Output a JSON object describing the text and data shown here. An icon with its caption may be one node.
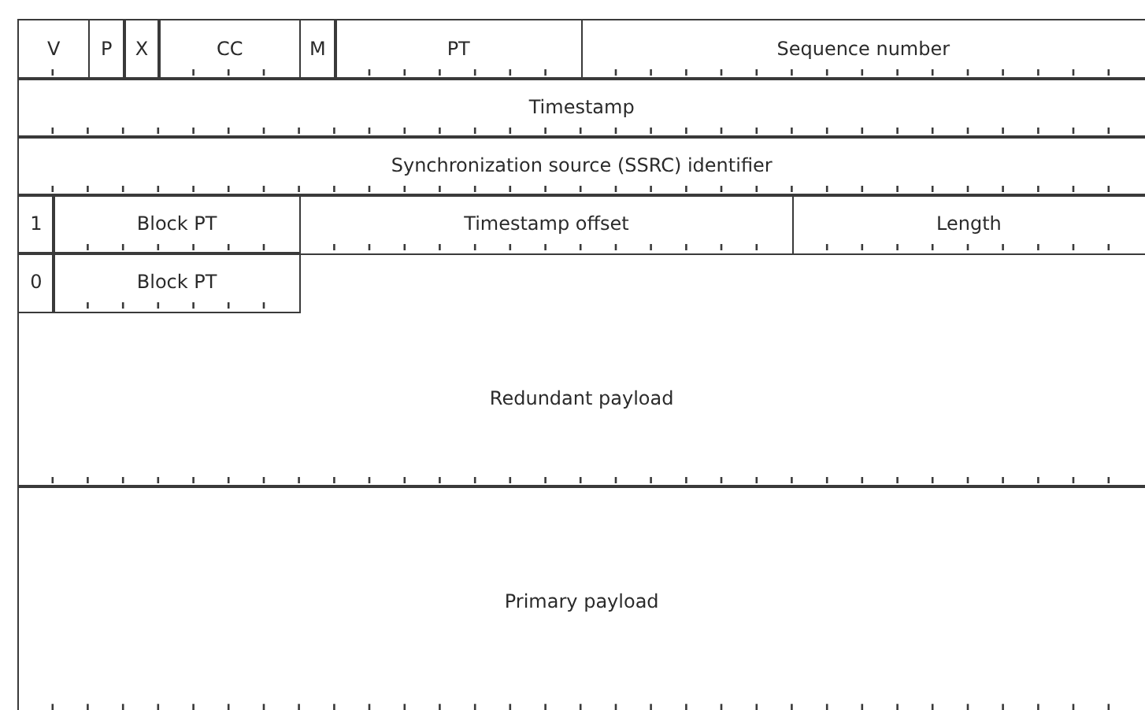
{
  "diagram": {
    "nodes": [
      {
        "text": [
          "V"
        ]
      },
      {
        "text": [
          "P"
        ]
      },
      {
        "text": [
          "X"
        ]
      },
      {
        "text": [
          "CC"
        ]
      },
      {
        "text": [
          "M"
        ]
      },
      {
        "text": [
          "PT"
        ]
      },
      {
        "text": [
          "Sequence number"
        ]
      },
      {
        "text": [
          "Timestamp"
        ]
      },
      {
        "text": [
          "Synchronization source (SSRC) identifier"
        ]
      },
      {
        "text": [
          "1"
        ]
      },
      {
        "text": [
          "Block PT"
        ]
      },
      {
        "text": [
          "Timestamp offset"
        ]
      },
      {
        "text": [
          "Length"
        ]
      },
      {
        "text": [
          "0"
        ]
      },
      {
        "text": [
          "Block PT"
        ]
      },
      {
        "text": [
          "Redundant payload"
        ]
      },
      {
        "text": [
          "Primary payload"
        ]
      }
    ]
  }
}
